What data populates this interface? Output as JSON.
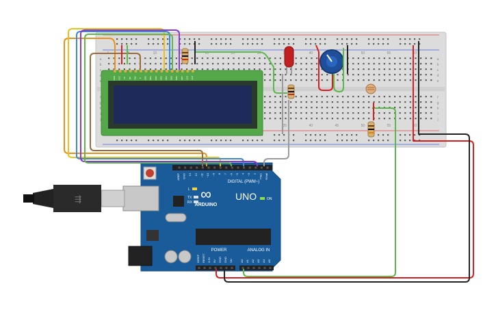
{
  "arduino": {
    "brand": "ARDUINO",
    "model": "UNO",
    "digital_label": "DIGITAL (PWM~)",
    "power_label": "POWER",
    "analog_label": "ANALOG IN",
    "on_label": "ON",
    "l_label": "L",
    "tx_label": "TX",
    "rx_label": "RX",
    "logo_text": "∞",
    "digital_pins": [
      "AREF",
      "GND",
      "13",
      "12",
      "~11",
      "~10",
      "~9",
      "8",
      "7",
      "~6",
      "~5",
      "4",
      "~3",
      "2",
      "TX▸1",
      "RX◂0"
    ],
    "power_pins": [
      "IOREF",
      "RESET",
      "3.3V",
      "5V",
      "GND",
      "GND",
      "Vin"
    ],
    "analog_pins": [
      "A0",
      "A1",
      "A2",
      "A3",
      "A4",
      "A5"
    ]
  },
  "breadboard": {
    "column_numbers": [
      "1",
      "5",
      "10",
      "15",
      "20",
      "25",
      "30",
      "35",
      "40",
      "45",
      "50",
      "55",
      "60"
    ],
    "row_letters_top": [
      "a",
      "b",
      "c",
      "d",
      "e"
    ],
    "row_letters_bottom": [
      "f",
      "g",
      "h",
      "i",
      "j"
    ]
  },
  "lcd": {
    "pin_labels": [
      "GND",
      "VCC",
      "V0",
      "RS",
      "RW",
      "E",
      "DB0",
      "DB1",
      "DB2",
      "DB3",
      "DB4",
      "DB5",
      "DB6",
      "DB7",
      "LED",
      "LED"
    ]
  },
  "colors": {
    "breadboard": "#dcdcdc",
    "arduino": "#1a5c9a",
    "lcd_screen": "#1e2a5a",
    "lcd_pcb": "#55a84a",
    "wire_orange": "#e8901a",
    "wire_yellow": "#e8c21a",
    "wire_blue": "#3a86d8",
    "wire_purple": "#8a3ad0",
    "wire_green": "#5ab84a",
    "wire_brown": "#9a6a3a",
    "wire_red": "#d81e1e",
    "wire_black": "#222222",
    "wire_gray": "#9a9a9a"
  }
}
